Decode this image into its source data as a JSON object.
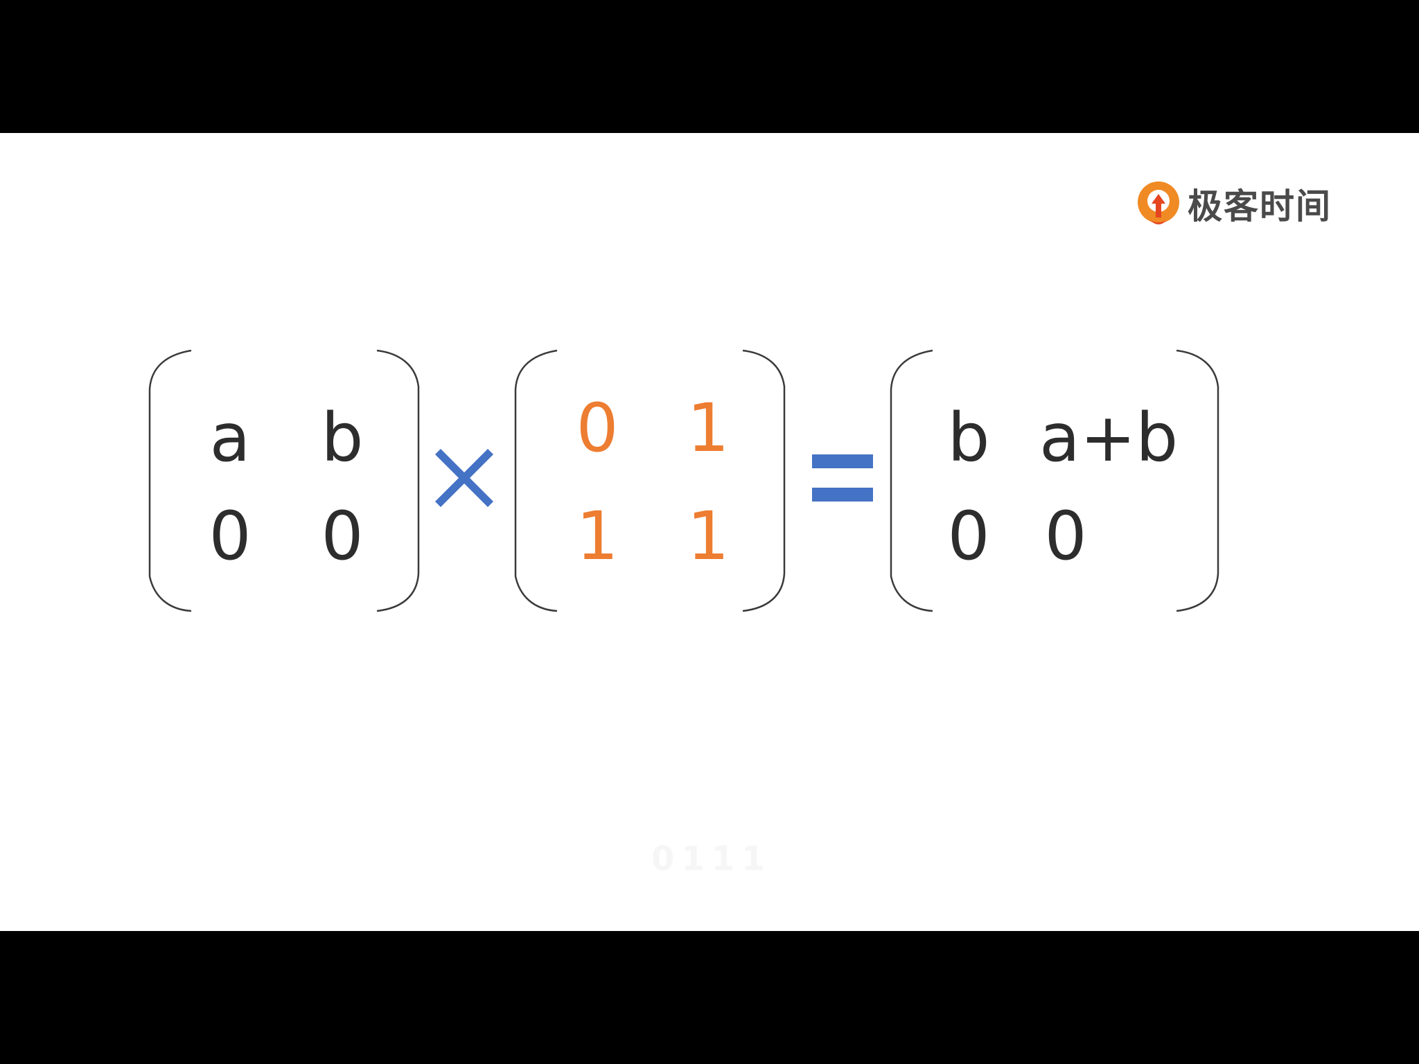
{
  "logo": {
    "text": "极客时间",
    "icon": "geektime-logo-icon",
    "colors": {
      "outer": "#f08a24",
      "inner": "#e5461f"
    }
  },
  "equation": {
    "left_matrix": [
      [
        "a",
        "b"
      ],
      [
        "0",
        "0"
      ]
    ],
    "right_matrix": [
      [
        "0",
        "1"
      ],
      [
        "1",
        "1"
      ]
    ],
    "result_matrix": [
      [
        "b",
        "a+b"
      ],
      [
        "0",
        "0"
      ]
    ],
    "operator_multiply": "×",
    "operator_equals": "=",
    "operator_color": "#4472c4",
    "highlight_color": "#ed7d31",
    "text_color": "#2d2d2d"
  },
  "caption": "0111"
}
